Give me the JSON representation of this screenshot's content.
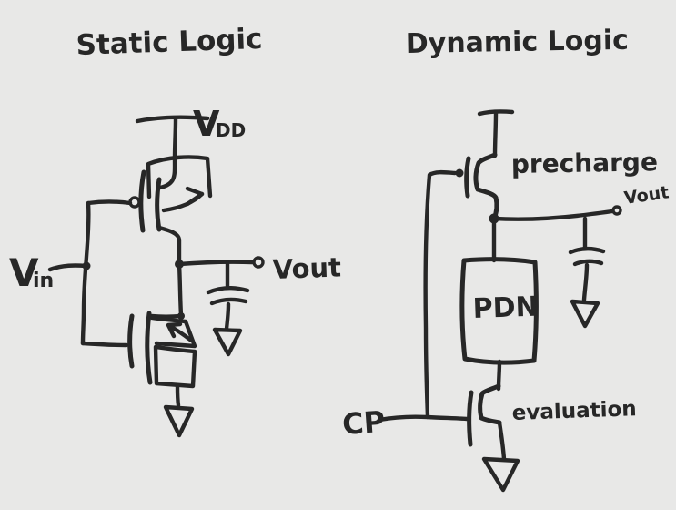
{
  "background_color": "#e8e8e7",
  "ink_color": "#272727",
  "left_circuit": {
    "title": "Static Logic",
    "vdd_label": {
      "main": "V",
      "sub": "DD"
    },
    "vin_label": {
      "main": "V",
      "sub": "in"
    },
    "vout_label": "Vout"
  },
  "right_circuit": {
    "title": "Dynamic Logic",
    "precharge_label": "precharge",
    "vout_label": "Vout",
    "pdn_label": "PDN",
    "cp_label": "CP",
    "evaluation_label": "evaluation"
  }
}
